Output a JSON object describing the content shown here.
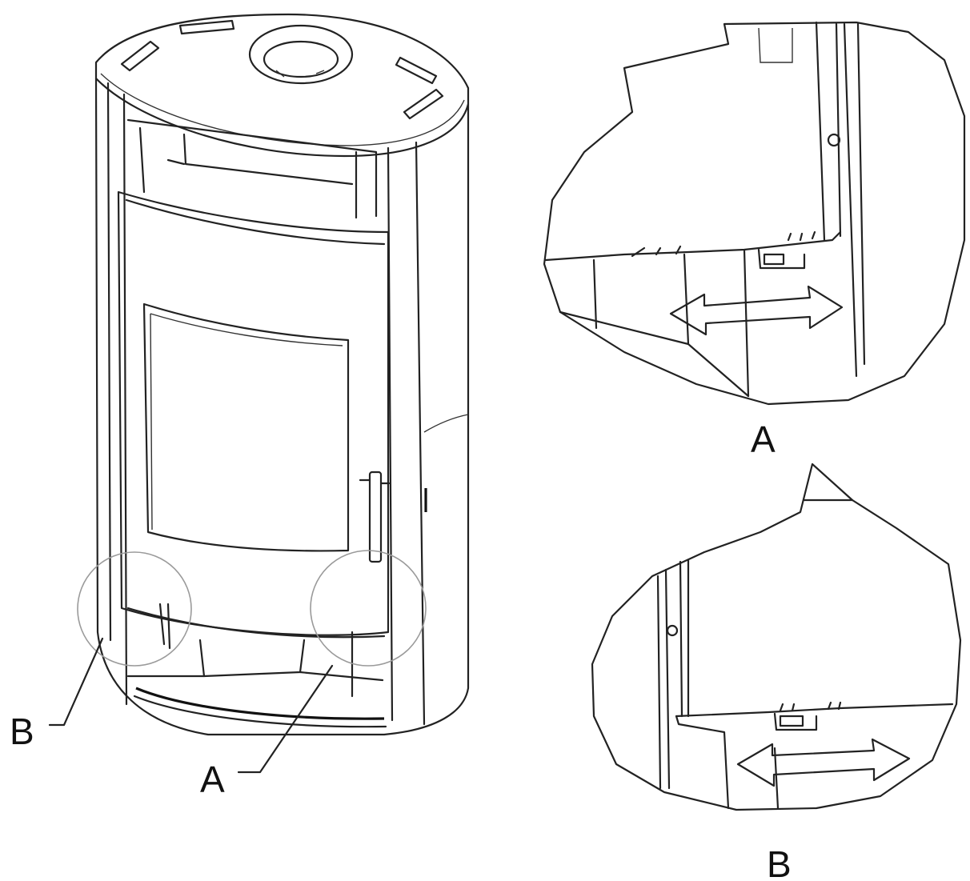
{
  "labels": {
    "callout_b": "B",
    "callout_a": "A",
    "detail_a": "A",
    "detail_b": "B"
  }
}
